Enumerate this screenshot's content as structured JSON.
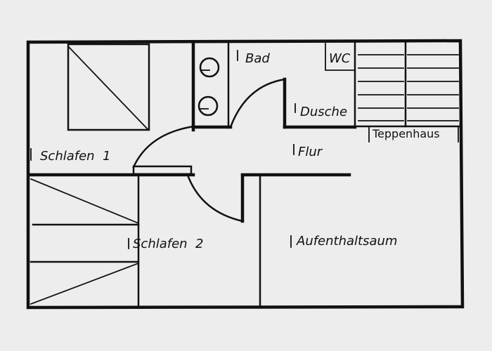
{
  "colors": {
    "background": "#ededee",
    "ink": "#111111"
  },
  "rooms": {
    "bad": "Bad",
    "wc": "WC",
    "dusche": "Dusche",
    "treppenhaus": "Teppenhaus",
    "schlafen1": "Schlafen  1",
    "flur": "Flur",
    "schlafen2": "Schlafen  2",
    "aufenthalt": "Aufenthaltsaum"
  }
}
